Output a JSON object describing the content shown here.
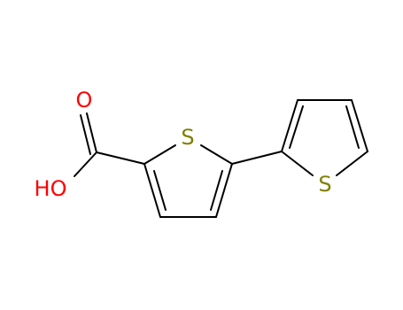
{
  "molecule": {
    "atoms": {
      "s1": "S",
      "s2": "S",
      "o_carbonyl": "O",
      "o_hydroxyl": "HO"
    },
    "colors": {
      "bond": "#000000",
      "sulfur": "#808000",
      "oxygen": "#ff0000"
    }
  }
}
